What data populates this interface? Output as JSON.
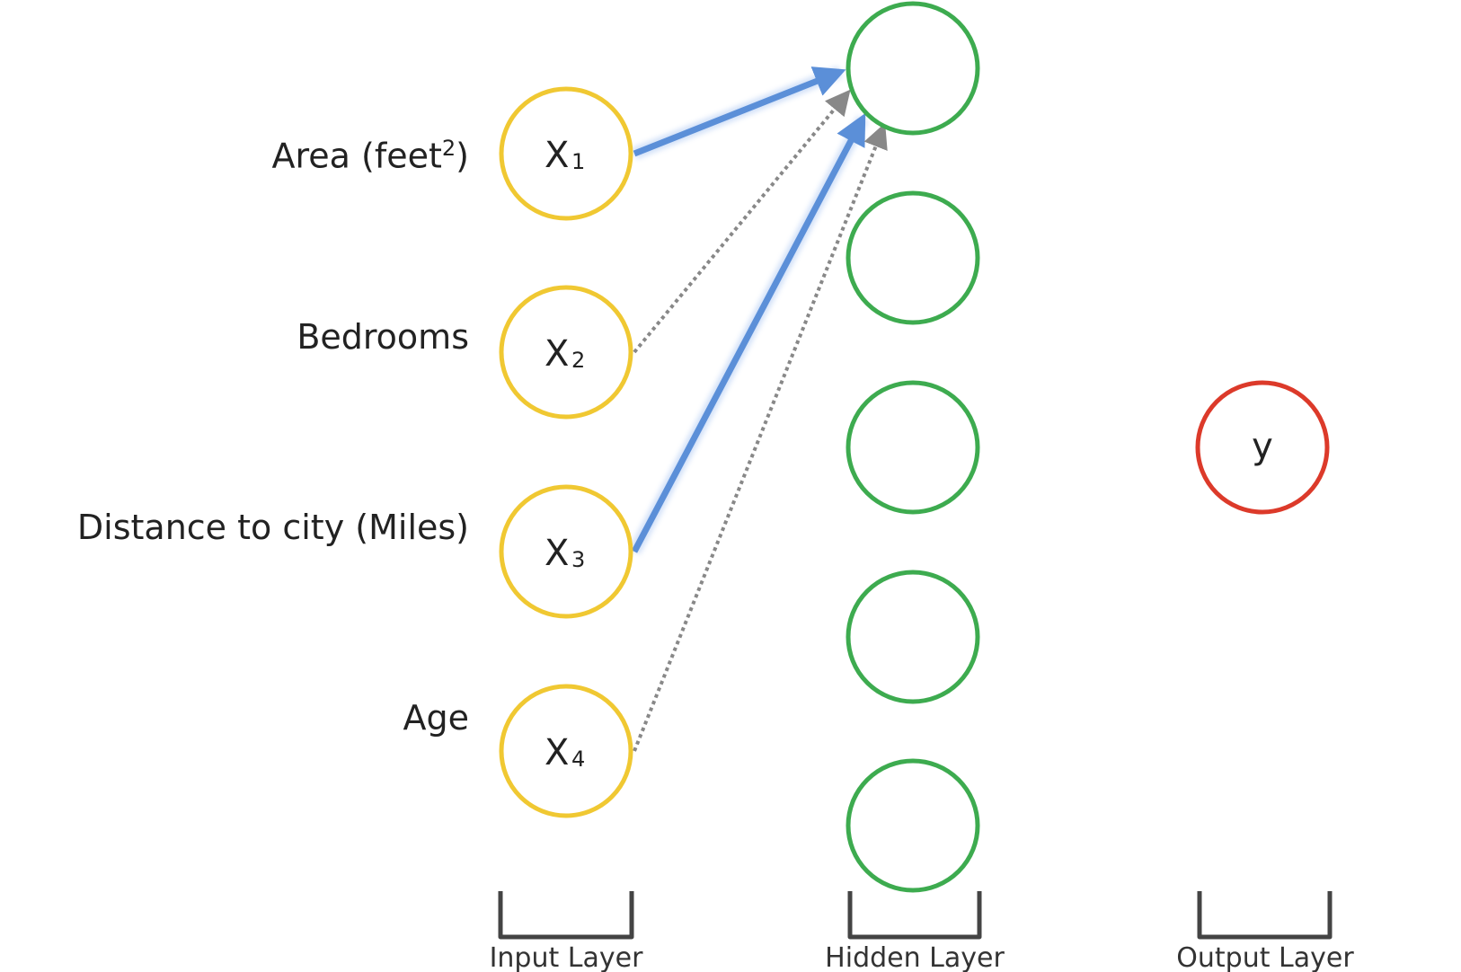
{
  "input_layer": {
    "label": "Input Layer",
    "color": "#f0c832",
    "nodes": [
      {
        "feature": "Area (feet",
        "feature_sup": "2",
        "feature_end": ")",
        "var": "X",
        "sub": "1"
      },
      {
        "feature": "Bedrooms",
        "var": "X",
        "sub": "2"
      },
      {
        "feature": "Distance to city (Miles)",
        "var": "X",
        "sub": "3"
      },
      {
        "feature": "Age",
        "var": "X",
        "sub": "4"
      }
    ]
  },
  "hidden_layer": {
    "label": "Hidden Layer",
    "color": "#3dab4f",
    "node_count": 5
  },
  "output_layer": {
    "label": "Output Layer",
    "color": "#dc3a2a",
    "node_label": "y"
  },
  "connections": [
    {
      "from": "X1",
      "to": "hidden-1",
      "style": "solid",
      "color": "#5b8fd8"
    },
    {
      "from": "X2",
      "to": "hidden-1",
      "style": "dotted",
      "color": "#888888"
    },
    {
      "from": "X3",
      "to": "hidden-1",
      "style": "solid",
      "color": "#5b8fd8"
    },
    {
      "from": "X4",
      "to": "hidden-1",
      "style": "dotted",
      "color": "#888888"
    }
  ]
}
